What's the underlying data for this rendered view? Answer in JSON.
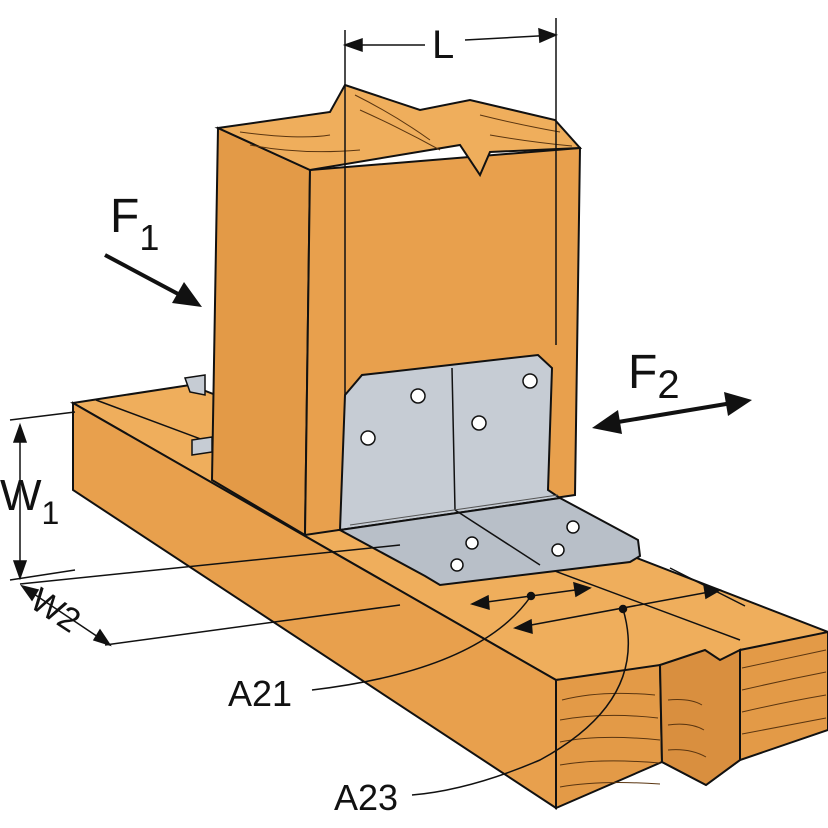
{
  "labels": {
    "L": "L",
    "F1_main": "F",
    "F1_sub": "1",
    "F2_main": "F",
    "F2_sub": "2",
    "W1_main": "W",
    "W1_sub": "1",
    "W2": "W2",
    "A21": "A21",
    "A23": "A23"
  },
  "colors": {
    "wood": "#e8a04d",
    "wood_top": "#efae5c",
    "wood_dark": "#c9833a",
    "grain": "#7a4a1a",
    "bracket": "#c6ccd4",
    "bracket_dark": "#9ba3ae",
    "ink": "#111111"
  }
}
